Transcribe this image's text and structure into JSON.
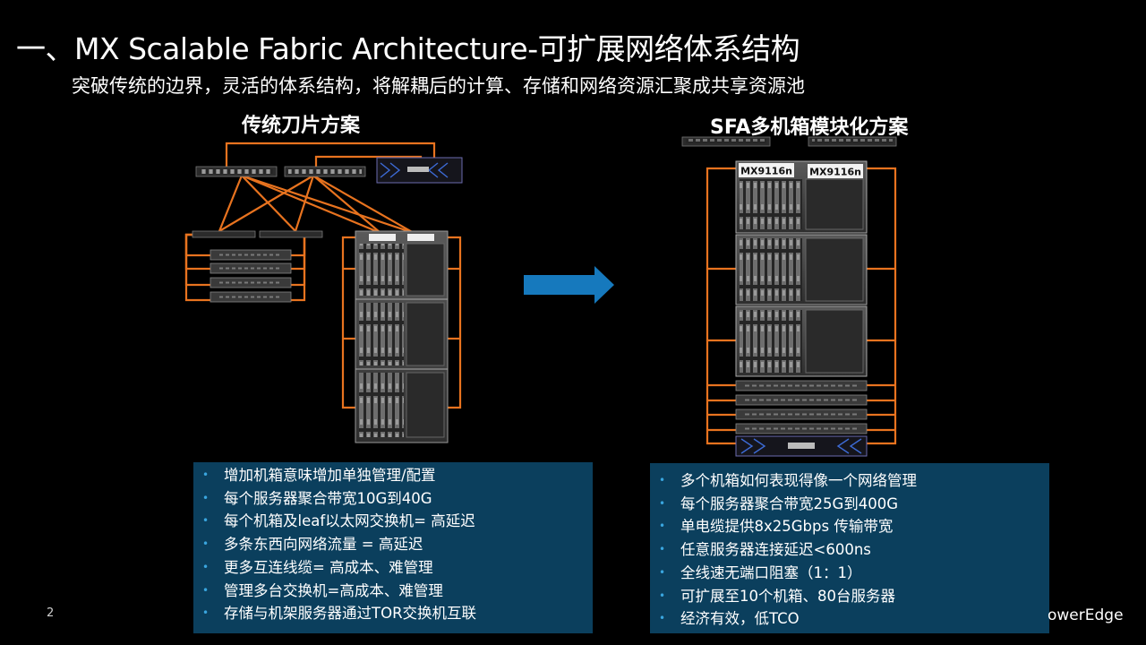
{
  "slide": {
    "title": "一、MX Scalable Fabric Architecture-可扩展网络体系结构",
    "subtitle": "突破传统的边界，灵活的体系结构，将解耦后的计算、存储和网络资源汇聚成共享资源池",
    "page_number": "2",
    "brand_text": "owerEdge"
  },
  "left": {
    "heading": "传统刀片方案",
    "bullets": [
      "增加机箱意味增加单独管理/配置",
      "每个服务器聚合带宽10G到40G",
      "每个机箱及leaf以太网交换机= 高延迟",
      "多条东西向网络流量 = 高延迟",
      "更多互连线缆= 高成本、难管理",
      "管理多台交换机=高成本、难管理",
      "存储与机架服务器通过TOR交换机互联"
    ]
  },
  "right": {
    "heading": "SFA多机箱模块化方案",
    "module_labels": [
      "MX9116n",
      "MX9116n"
    ],
    "bullets": [
      "多个机箱如何表现得像一个网络管理",
      "每个服务器聚合带宽25G到400G",
      "单电缆提供8x25Gbps 传输带宽",
      "任意服务器连接延迟<600ns",
      "全线速无端口阻塞（1：1）",
      "可扩展至10个机箱、80台服务器",
      "经济有效，低TCO"
    ]
  },
  "colors": {
    "background": "#000000",
    "cable": "#e8731f",
    "panel": "#0b3f5d",
    "arrow": "#1679bd",
    "bullet": "#3aa6df"
  }
}
